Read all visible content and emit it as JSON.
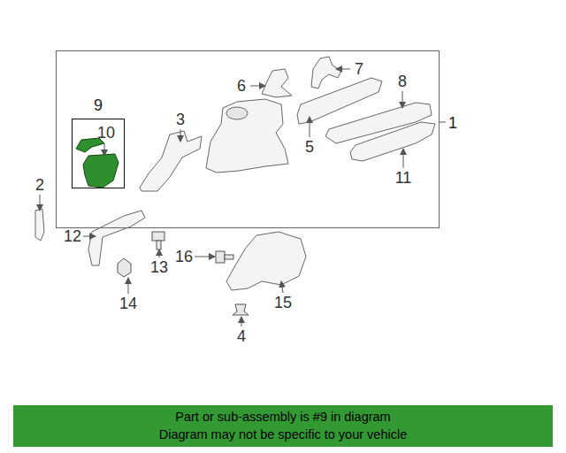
{
  "diagram": {
    "nodes": [
      {
        "text": [
          "1"
        ]
      },
      {
        "text": [
          "9"
        ],
        "in": 0
      },
      {
        "text": [
          "Part or sub-assembly is #9 in diagram",
          "Diagram may not be specific to your vehicle"
        ]
      }
    ],
    "labels": [
      "10",
      "3",
      "6",
      "7",
      "5",
      "8",
      "11",
      "2",
      "12",
      "13",
      "16",
      "14",
      "4",
      "15"
    ]
  }
}
